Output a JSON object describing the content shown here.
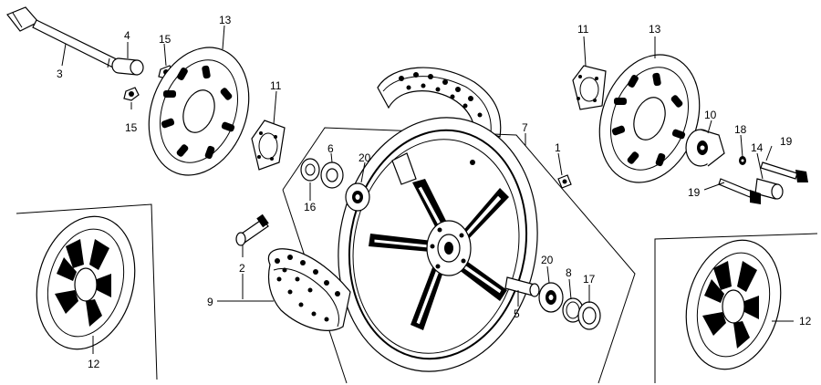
{
  "callouts": {
    "c1": "1",
    "c2": "2",
    "c3": "3",
    "c4": "4",
    "c5": "5",
    "c6": "6",
    "c7": "7",
    "c8": "8",
    "c9": "9",
    "c10": "10",
    "c11a": "11",
    "c11b": "11",
    "c12a": "12",
    "c12b": "12",
    "c13a": "13",
    "c13b": "13",
    "c14": "14",
    "c15a": "15",
    "c15b": "15",
    "c16": "16",
    "c17": "17",
    "c18": "18",
    "c19a": "19",
    "c19b": "19",
    "c20a": "20",
    "c20b": "20"
  }
}
